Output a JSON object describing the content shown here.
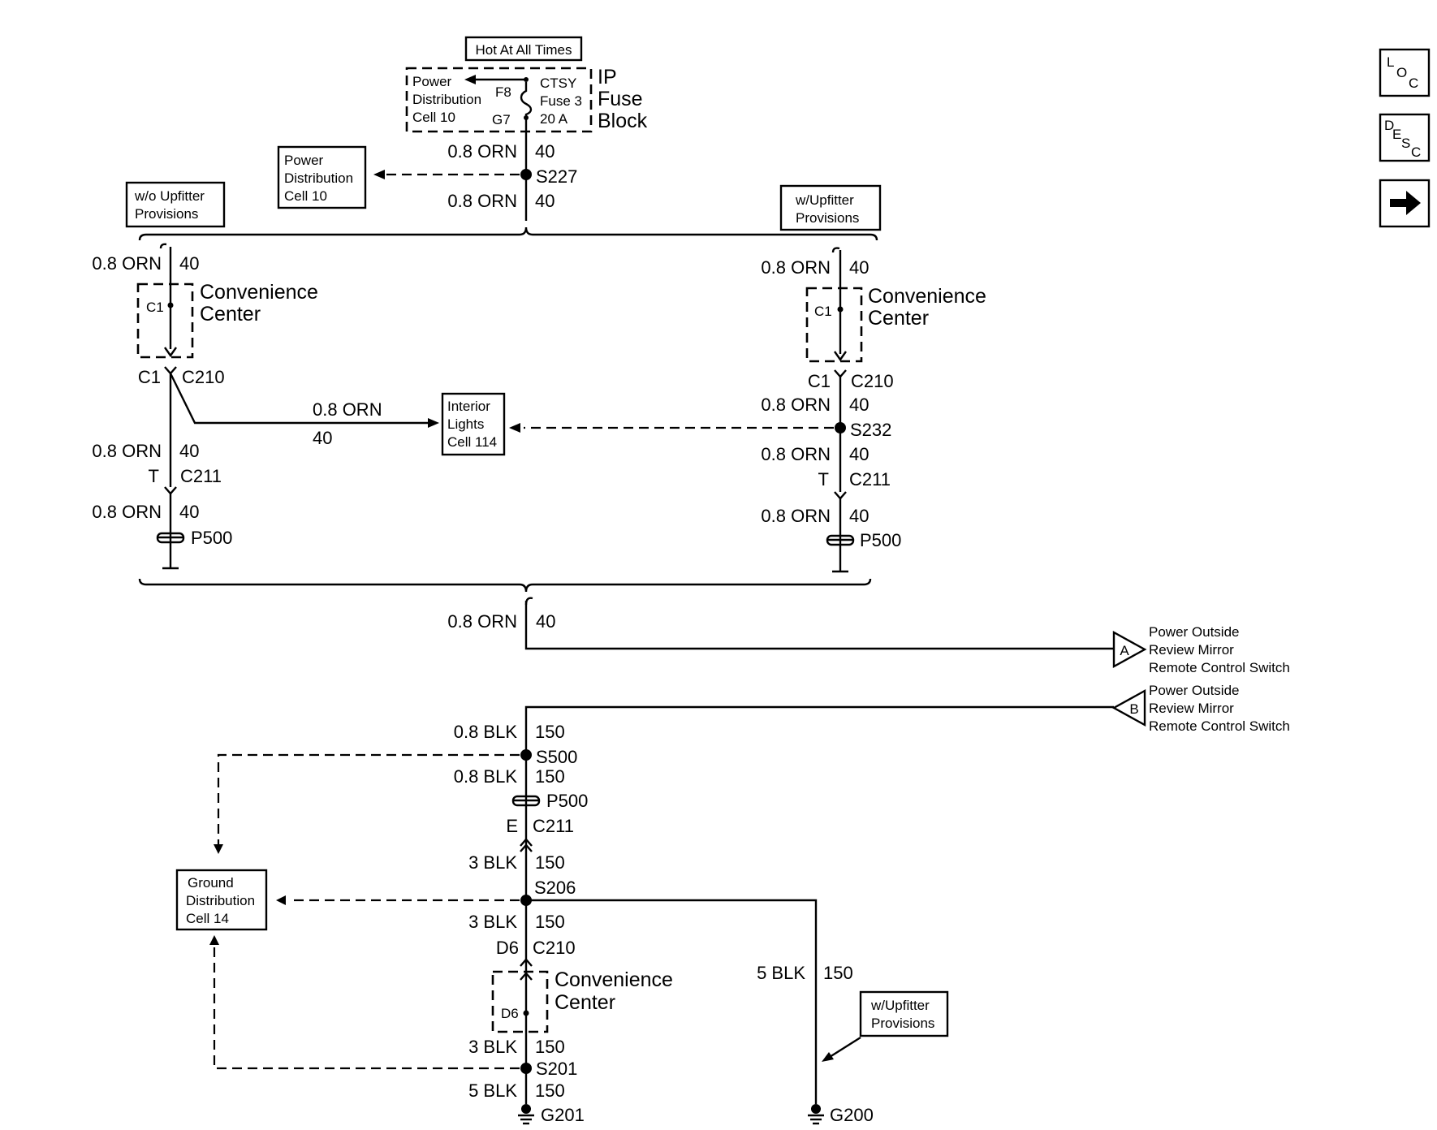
{
  "header": {
    "hot_label": "Hot At All Times"
  },
  "fuse_block": {
    "title_line1": "IP",
    "title_line2": "Fuse",
    "title_line3": "Block",
    "pd_line1": "Power",
    "pd_line2": "Distribution",
    "pd_line3": "Cell 10",
    "pin_in": "F8",
    "pin_out": "G7",
    "fuse_line1": "CTSY",
    "fuse_line2": "Fuse 3",
    "fuse_line3": "20 A"
  },
  "top_wire": {
    "wire1": "0.8 ORN",
    "circuit1": "40",
    "splice": "S227",
    "wire2": "0.8 ORN",
    "circuit2": "40",
    "pd_ref_line1": "Power",
    "pd_ref_line2": "Distribution",
    "pd_ref_line3": "Cell 10"
  },
  "left_branch": {
    "option_line1": "w/o Upfitter",
    "option_line2": "Provisions",
    "wire_a": "0.8 ORN",
    "circuit_a": "40",
    "cc_pin": "C1",
    "cc_line1": "Convenience",
    "cc_line2": "Center",
    "conn_pin": "C1",
    "conn": "C210",
    "wire_b": "0.8 ORN",
    "circuit_b": "40",
    "conn2_pin": "T",
    "conn2": "C211",
    "wire_c": "0.8 ORN",
    "circuit_c": "40",
    "passthru": "P500"
  },
  "interior": {
    "wire": "0.8 ORN",
    "circuit": "40",
    "line1": "Interior",
    "line2": "Lights",
    "line3": "Cell 114"
  },
  "right_branch": {
    "option_line1": "w/Upfitter",
    "option_line2": "Provisions",
    "wire_a": "0.8 ORN",
    "circuit_a": "40",
    "cc_pin": "C1",
    "cc_line1": "Convenience",
    "cc_line2": "Center",
    "conn_pin": "C1",
    "conn": "C210",
    "wire_b": "0.8 ORN",
    "circuit_b": "40",
    "splice": "S232",
    "wire_c": "0.8 ORN",
    "circuit_c": "40",
    "conn2_pin": "T",
    "conn2": "C211",
    "wire_d": "0.8 ORN",
    "circuit_d": "40",
    "passthru": "P500"
  },
  "merge": {
    "wire": "0.8 ORN",
    "circuit": "40"
  },
  "mirror": {
    "a_letter": "A",
    "b_letter": "B",
    "line1": "Power Outside",
    "line2": "Review Mirror",
    "line3": "Remote Control Switch"
  },
  "ground": {
    "wire1": "0.8 BLK",
    "circuit1": "150",
    "splice1": "S500",
    "wire2": "0.8 BLK",
    "circuit2": "150",
    "passthru": "P500",
    "conn_pin": "E",
    "conn": "C211",
    "wire3": "3 BLK",
    "circuit3": "150",
    "splice2": "S206",
    "wire4": "3 BLK",
    "circuit4": "150",
    "conn2_pin": "D6",
    "conn2": "C210",
    "cc_pin": "D6",
    "cc_line1": "Convenience",
    "cc_line2": "Center",
    "wire5": "3 BLK",
    "circuit5": "150",
    "splice3": "S201",
    "wire6": "5 BLK",
    "circuit6": "150",
    "g201": "G201",
    "wire7": "5 BLK",
    "circuit7": "150",
    "g200": "G200",
    "option_line1": "w/Upfitter",
    "option_line2": "Provisions",
    "gd_line1": "Ground",
    "gd_line2": "Distribution",
    "gd_line3": "Cell 14"
  },
  "nav": {
    "loc_l": "L",
    "loc_o": "O",
    "loc_c": "C",
    "desc_d": "D",
    "desc_e": "E",
    "desc_s": "S",
    "desc_c": "C",
    "next_icon": "right-arrow-icon"
  }
}
